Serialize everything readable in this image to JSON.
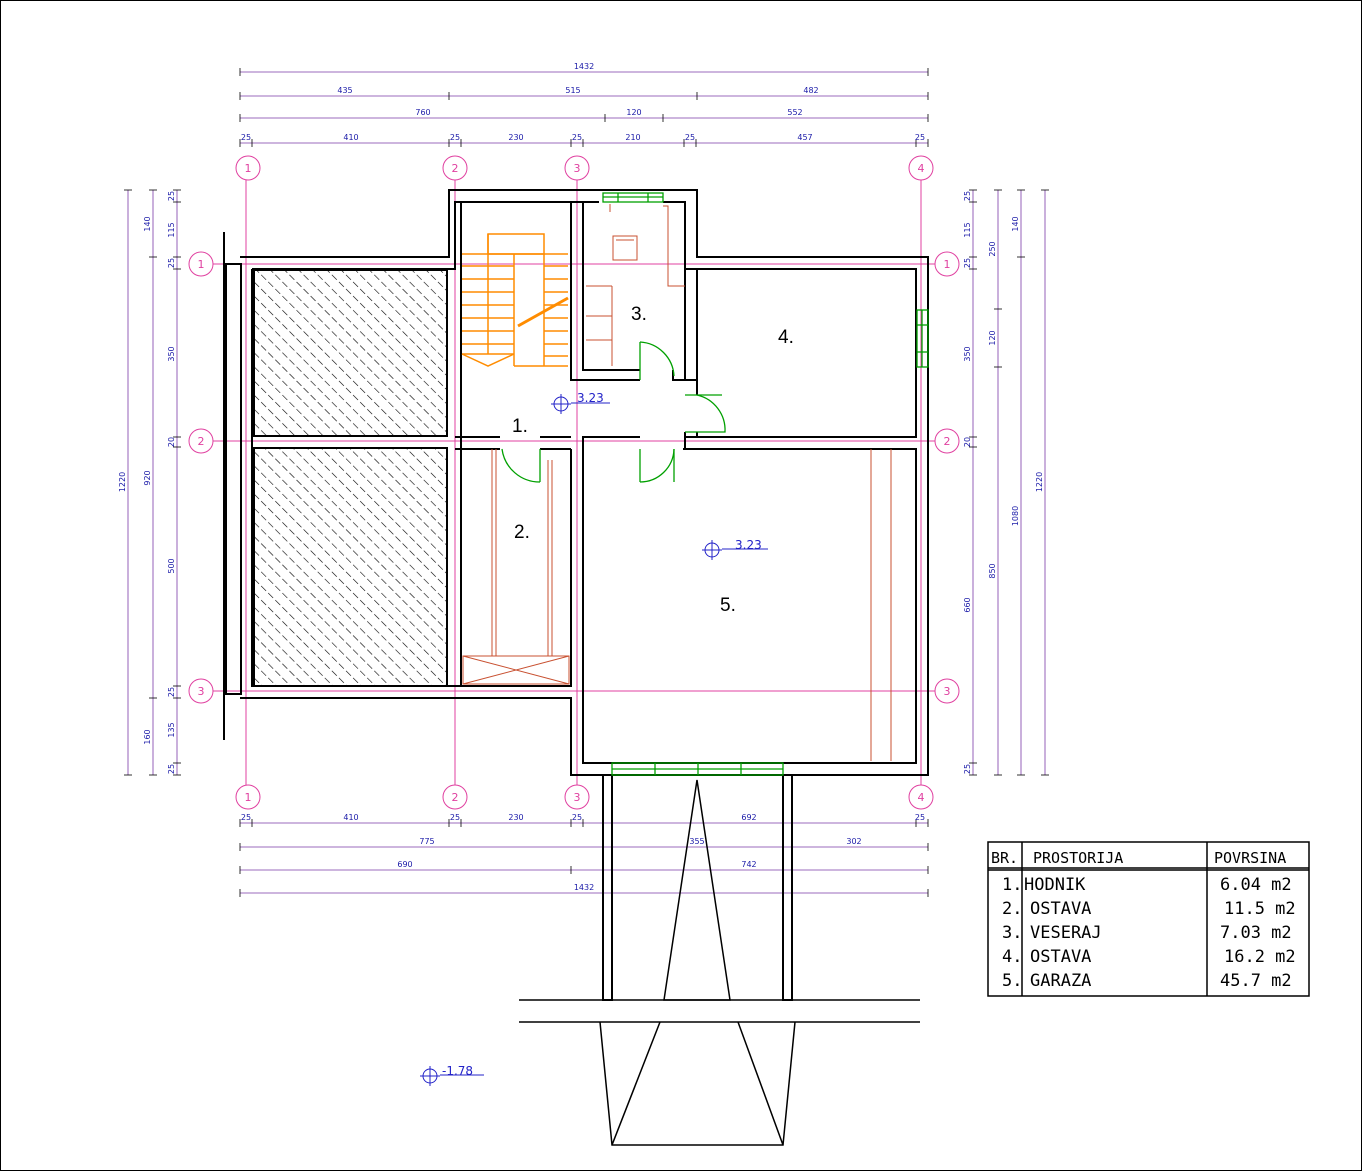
{
  "dimensions": {
    "top": {
      "total": "1432",
      "row2": [
        "435",
        "515",
        "482"
      ],
      "row3": [
        "760",
        "120",
        "552"
      ],
      "row4": [
        "25",
        "410",
        "25",
        "230",
        "25",
        "210",
        "25",
        "457",
        "25"
      ]
    },
    "bottom": {
      "row1": [
        "25",
        "410",
        "25",
        "230",
        "25",
        "692",
        "25"
      ],
      "row2": [
        "775",
        "355",
        "302"
      ],
      "row3": [
        "690",
        "742"
      ],
      "total": "1432"
    },
    "left": {
      "outer": "1220",
      "mid": [
        "140",
        "920",
        "160"
      ],
      "inner": [
        "25",
        "115",
        "25",
        "350",
        "20",
        "500",
        "25",
        "135",
        "25"
      ]
    },
    "right": {
      "inner": [
        "25",
        "115",
        "25",
        "350",
        "20",
        "660",
        "25"
      ],
      "mid": [
        "250",
        "120",
        "850"
      ],
      "mid2": [
        "140",
        "1080"
      ],
      "outer": "1220"
    }
  },
  "axes": {
    "vertical": [
      "1",
      "2",
      "3",
      "4"
    ],
    "horizontal": [
      "1",
      "2",
      "3"
    ]
  },
  "rooms": [
    "1.",
    "2.",
    "3.",
    "4.",
    "5."
  ],
  "levels": {
    "hall": "3.23",
    "garage": "3.23",
    "outside": "-1.78"
  },
  "table": {
    "headers": [
      "BR.",
      "PROSTORIJA",
      "POVRSINA"
    ],
    "rows": [
      {
        "no": "1.",
        "name": "HODNIK",
        "area": "6.04 m2"
      },
      {
        "no": "2.",
        "name": "OSTAVA",
        "area": "11.5 m2"
      },
      {
        "no": "3.",
        "name": "VESERAJ",
        "area": "7.03 m2"
      },
      {
        "no": "4.",
        "name": "OSTAVA",
        "area": "16.2 m2"
      },
      {
        "no": "5.",
        "name": "GARAZA",
        "area": "45.7 m2"
      }
    ]
  },
  "colors": {
    "walls": "#000000",
    "dimensions": "#1a1aa8",
    "axes": "#e040a0",
    "stairs": "#ff8c00",
    "doors": "#00a000",
    "furniture": "#c85030"
  }
}
